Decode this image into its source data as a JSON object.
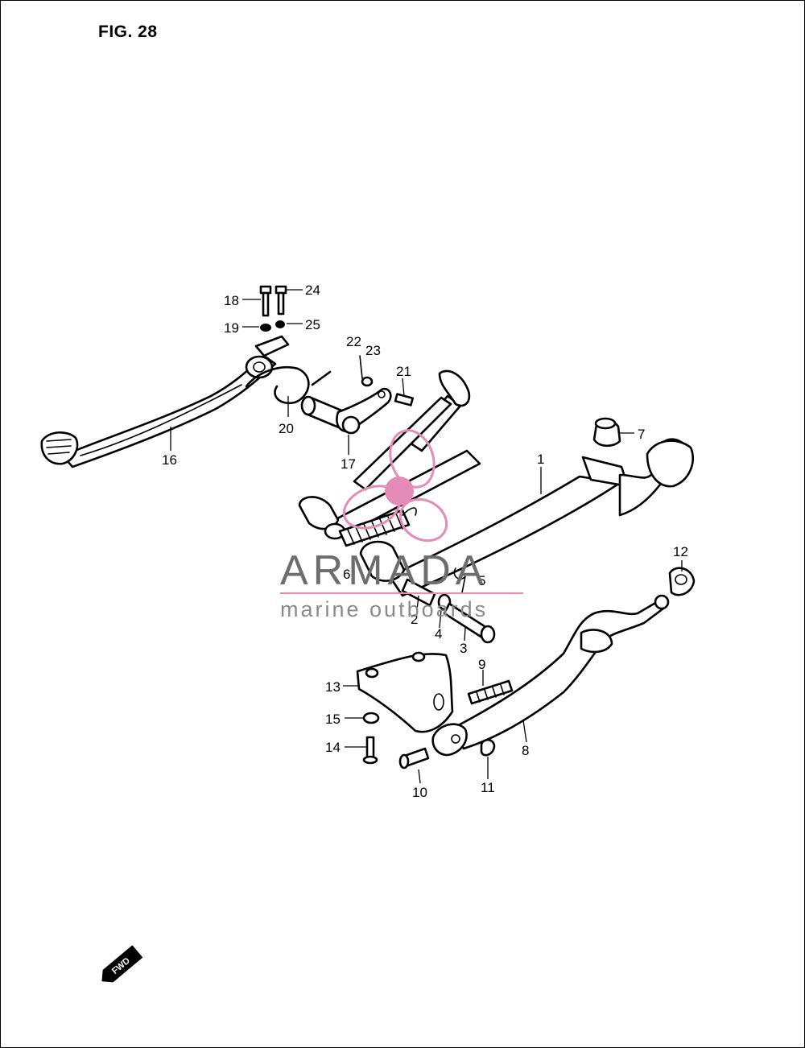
{
  "figure": {
    "title": "FIG. 28"
  },
  "callouts": [
    {
      "id": "c18",
      "label": "18"
    },
    {
      "id": "c24",
      "label": "24"
    },
    {
      "id": "c19",
      "label": "19"
    },
    {
      "id": "c25",
      "label": "25"
    },
    {
      "id": "c22",
      "label": "22"
    },
    {
      "id": "c23",
      "label": "23"
    },
    {
      "id": "c21",
      "label": "21"
    },
    {
      "id": "c20",
      "label": "20"
    },
    {
      "id": "c16",
      "label": "16"
    },
    {
      "id": "c17",
      "label": "17"
    },
    {
      "id": "c7",
      "label": "7"
    },
    {
      "id": "c1",
      "label": "1"
    },
    {
      "id": "c12",
      "label": "12"
    },
    {
      "id": "c6",
      "label": "6"
    },
    {
      "id": "c5",
      "label": "5"
    },
    {
      "id": "c2",
      "label": "2"
    },
    {
      "id": "c4",
      "label": "4"
    },
    {
      "id": "c3",
      "label": "3"
    },
    {
      "id": "c9",
      "label": "9"
    },
    {
      "id": "c13",
      "label": "13"
    },
    {
      "id": "c15",
      "label": "15"
    },
    {
      "id": "c14",
      "label": "14"
    },
    {
      "id": "c8",
      "label": "8"
    },
    {
      "id": "c10",
      "label": "10"
    },
    {
      "id": "c11",
      "label": "11"
    }
  ],
  "watermark": {
    "brand": "ARMADA",
    "tagline": "marine outboards",
    "accent_color": "#e48bb8",
    "text_color": "#6d6d6d"
  },
  "orientation": {
    "label": "FWD"
  }
}
